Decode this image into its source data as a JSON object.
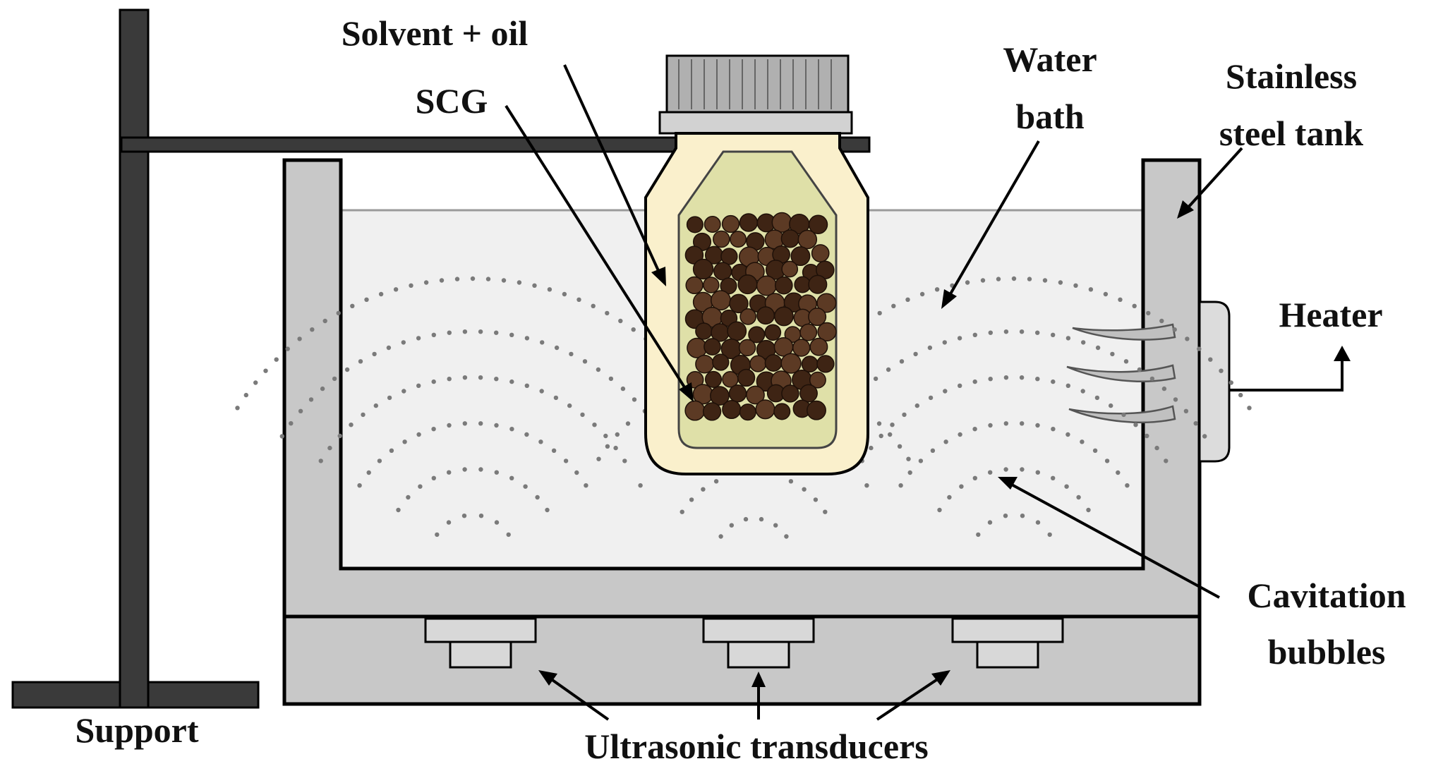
{
  "labels": {
    "solvent_oil": "Solvent + oil",
    "scg": "SCG",
    "water_line1": "Water",
    "water_line2": "bath",
    "steel_line1": "Stainless",
    "steel_line2": "steel tank",
    "heater": "Heater",
    "cavitation_line1": "Cavitation",
    "cavitation_line2": "bubbles",
    "support": "Support",
    "transducers": "Ultrasonic transducers"
  },
  "colors": {
    "tank_wall": "#c8c8c8",
    "water": "#f0f0f0",
    "support_bar": "#3a3a3a",
    "jar_liquid": "#faf0cc",
    "inner_bag": "#dfe0a8",
    "particle": "#5c3a24",
    "bubble": "#7a7a7a",
    "cap": "#b0b0b0"
  },
  "icons": {
    "heater_coils": "heater-coil-icon",
    "particles": "coffee-grounds"
  }
}
